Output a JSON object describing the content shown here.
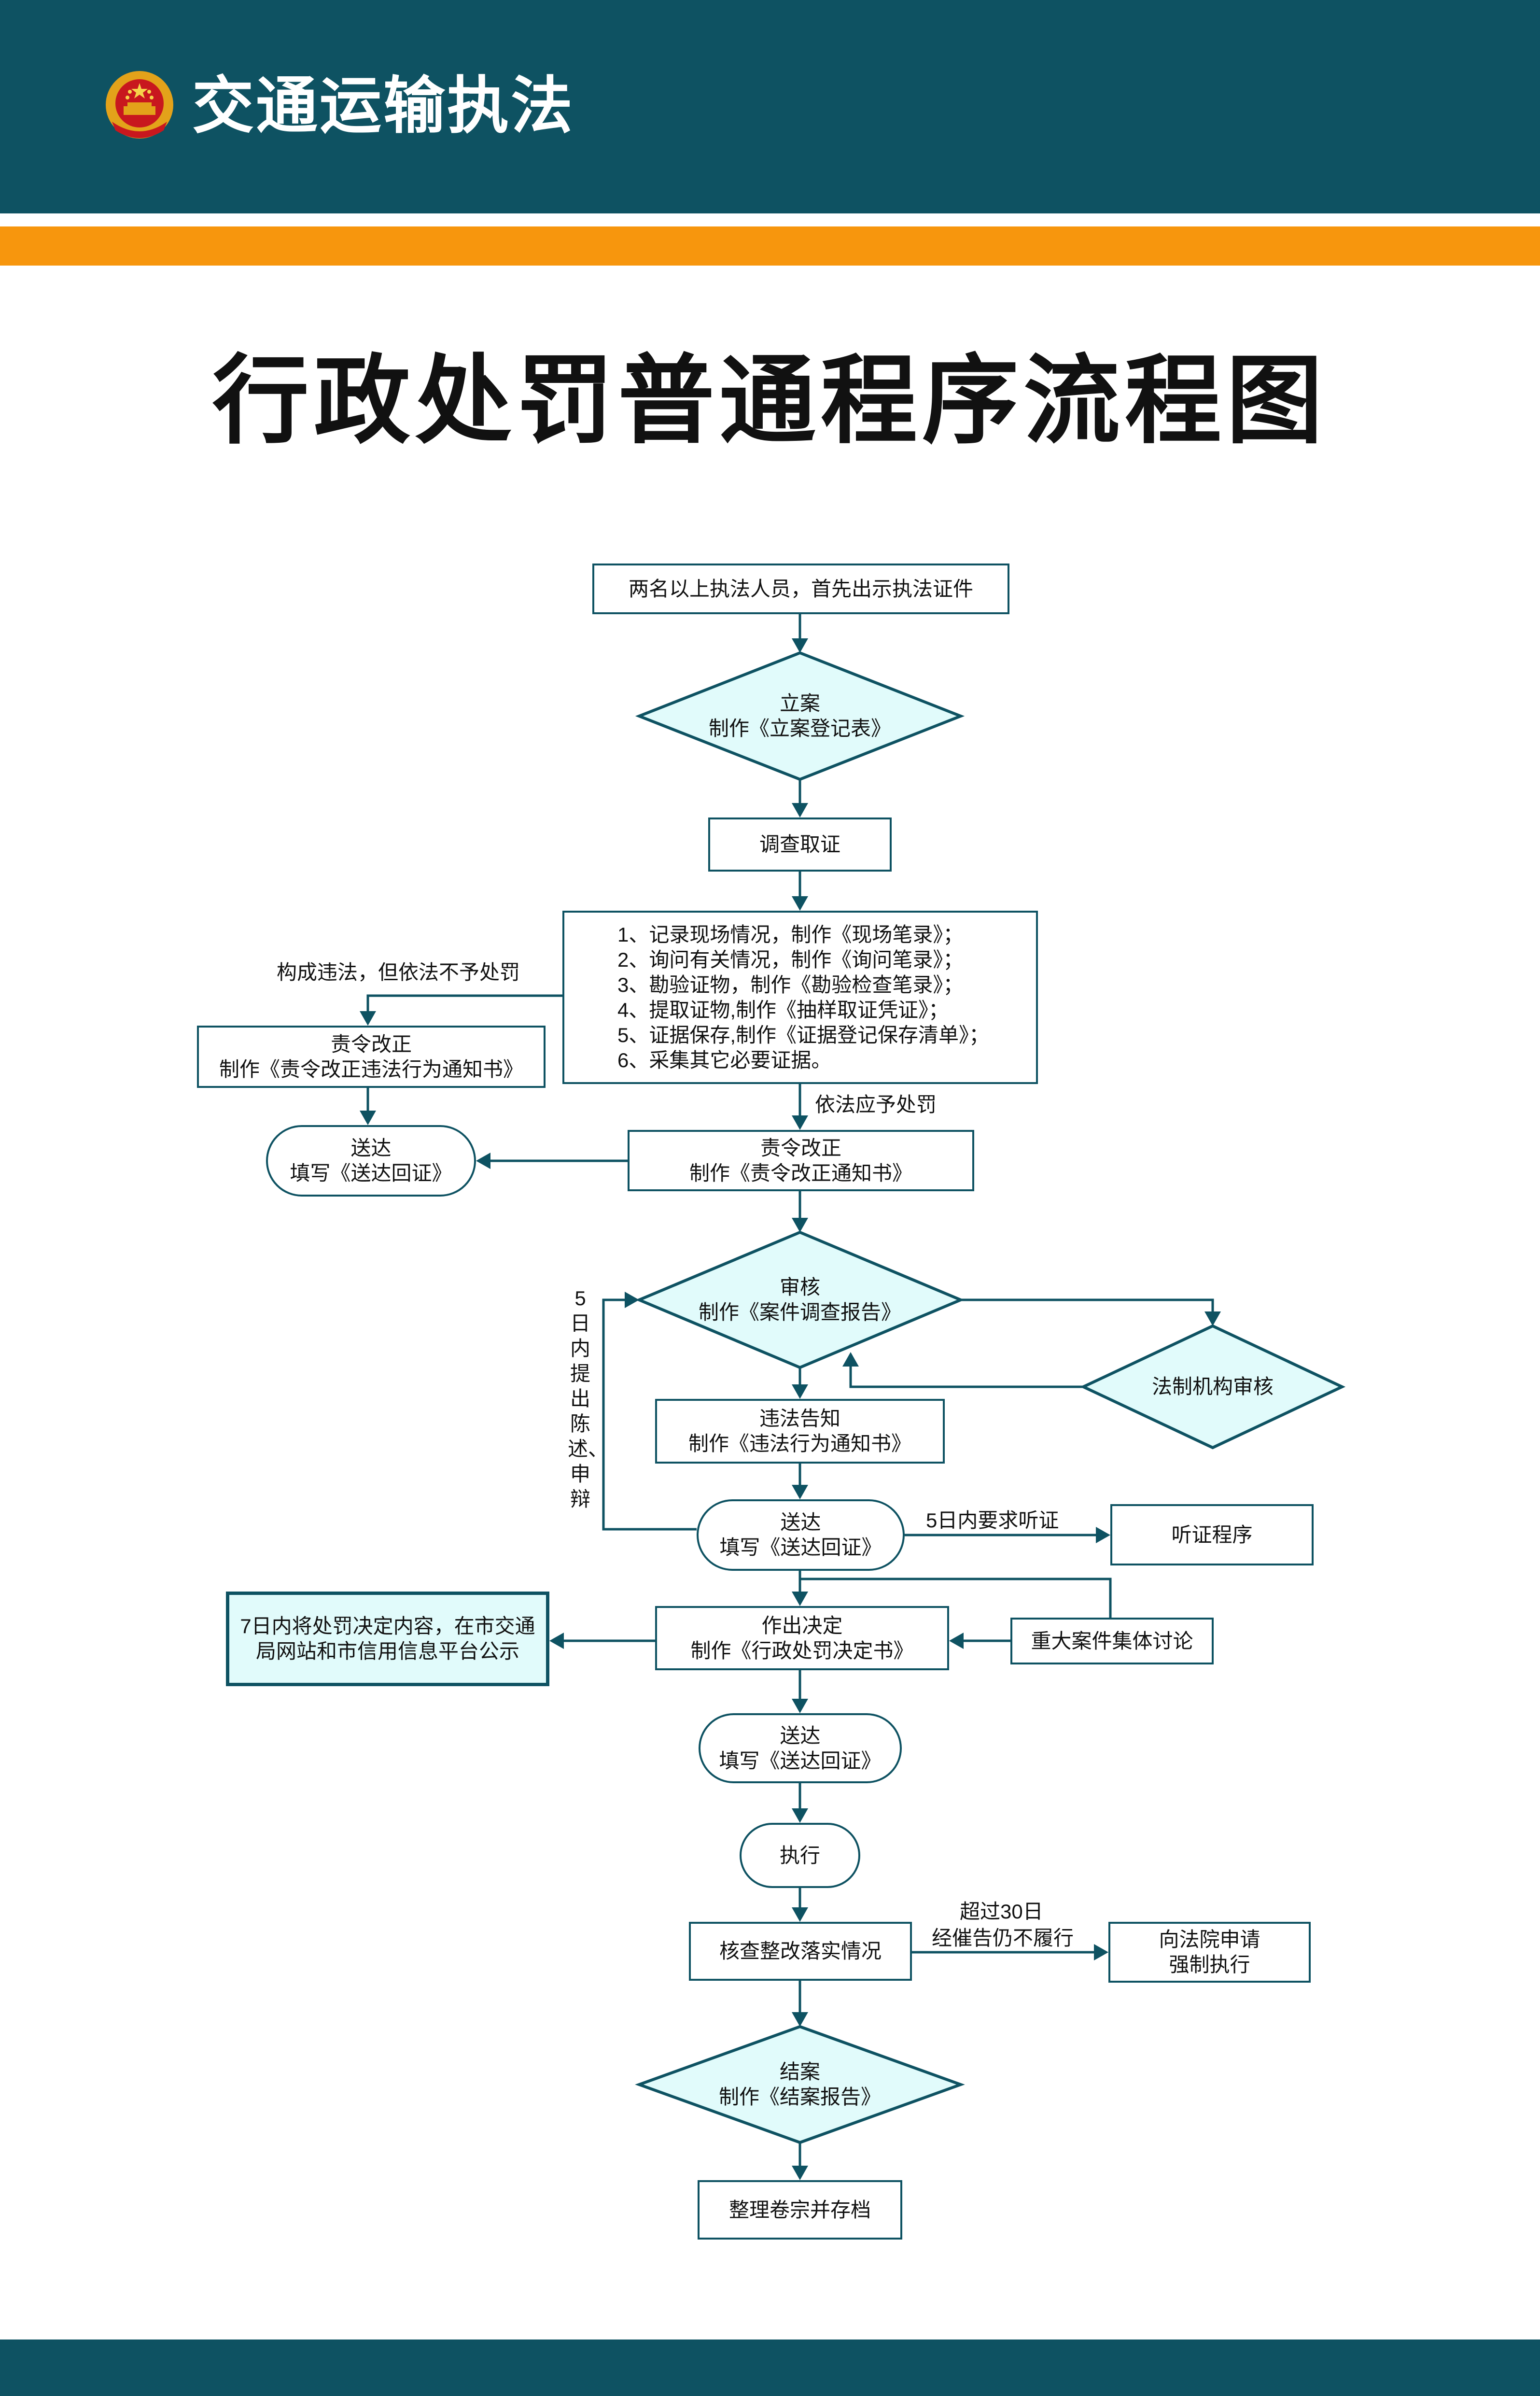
{
  "header": {
    "brand": "交通运输执法",
    "colors": {
      "primary": "#0e5262",
      "accent": "#f7960d",
      "node_fill": "#e1fbfb"
    }
  },
  "title": "行政处罚普通程序流程图",
  "nodes": {
    "start": [
      "两名以上执法人员，首先出示执法证件"
    ],
    "filing": [
      "立案",
      "制作《立案登记表》"
    ],
    "investigate": [
      "调查取证"
    ],
    "evidence_steps": [
      "1、记录现场情况，制作《现场笔录》；",
      "2、询问有关情况，制作《询问笔录》；",
      "3、勘验证物，制作《勘验检查笔录》；",
      "4、提取证物,制作《抽样取证凭证》；",
      "5、证据保存,制作《证据登记保存清单》；",
      "6、采集其它必要证据。"
    ],
    "correction_no_penalty": [
      "责令改正",
      "制作《责令改正违法行为通知书》"
    ],
    "service_left": [
      "送达",
      "填写《送达回证》"
    ],
    "correction_penalty": [
      "责令改正",
      "制作《责令改正通知书》"
    ],
    "review": [
      "审核",
      "制作《案件调查报告》"
    ],
    "legal_review": [
      "法制机构审核"
    ],
    "notice": [
      "违法告知",
      "制作《违法行为通知书》"
    ],
    "service_1": [
      "送达",
      "填写《送达回证》"
    ],
    "hearing": [
      "听证程序"
    ],
    "publicity": [
      "7日内将处罚决定内容，在市交通",
      "局网站和市信用信息平台公示"
    ],
    "decision": [
      "作出决定",
      "制作《行政处罚决定书》"
    ],
    "collective": [
      "重大案件集体讨论"
    ],
    "service_2": [
      "送达",
      "填写《送达回证》"
    ],
    "execute": [
      "执行"
    ],
    "verify": [
      "核查整改落实情况"
    ],
    "court": [
      "向法院申请",
      "强制执行"
    ],
    "close": [
      "结案",
      "制作《结案报告》"
    ],
    "archive": [
      "整理卷宗并存档"
    ]
  },
  "edge_labels": {
    "no_penalty": "构成违法，但依法不予处罚",
    "penalty": "依法应予处罚",
    "statement": "5日内提出陈述、申辩",
    "hearing_request": "5日内要求听证",
    "overdue": [
      "超过30日",
      "经催告仍不履行"
    ]
  }
}
